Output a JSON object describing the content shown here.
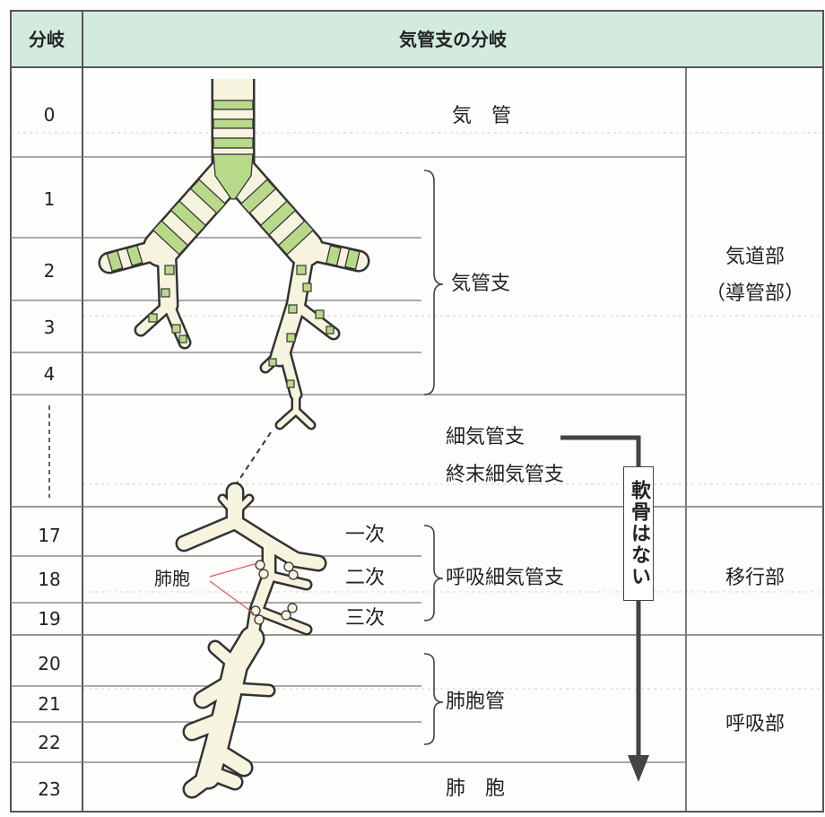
{
  "header": {
    "col_generation": "分岐",
    "col_branching": "気管支の分岐"
  },
  "generations": [
    "0",
    "1",
    "2",
    "3",
    "4",
    "17",
    "18",
    "19",
    "20",
    "21",
    "22",
    "23"
  ],
  "labels": {
    "trachea": "気　管",
    "bronchi": "気管支",
    "bronchiole": "細気管支",
    "terminal_bronchiole": "終末細気管支",
    "no_cartilage": "軟骨はない",
    "primary": "一次",
    "secondary": "二次",
    "tertiary": "三次",
    "respiratory_bronchiole": "呼吸細気管支",
    "alveolus_pointer": "肺胞",
    "alveolar_duct": "肺胞管",
    "alveoli": "肺　胞"
  },
  "zones": {
    "conducting": "気道部",
    "conducting_alt": "（導管部）",
    "transitional": "移行部",
    "respiratory": "呼吸部"
  },
  "colors": {
    "header_bg": "#d3ebdf",
    "cartilage": "#b9d98a",
    "airway": "#f6f3df",
    "outline": "#333333",
    "pointer": "#e0566a"
  }
}
